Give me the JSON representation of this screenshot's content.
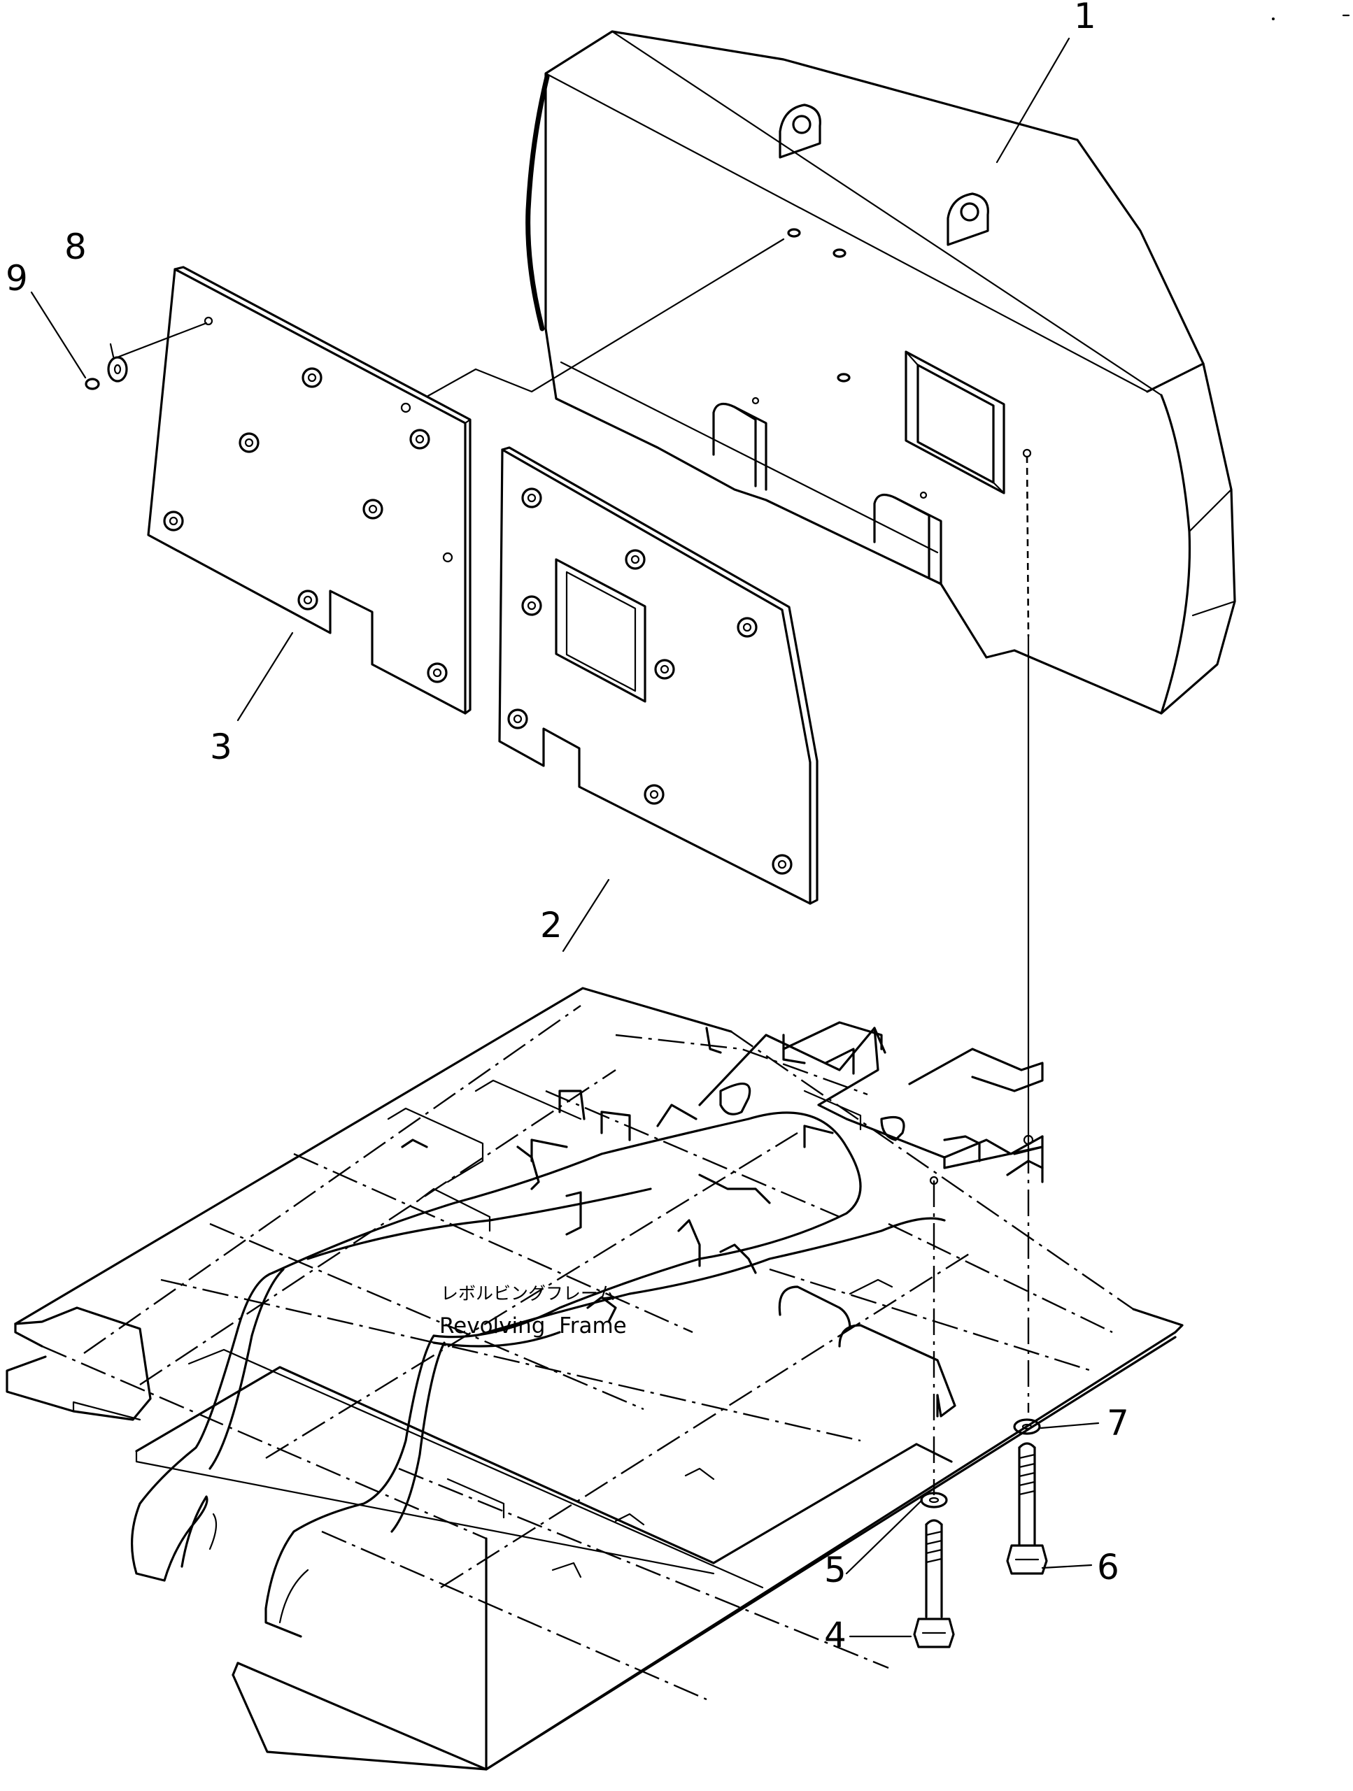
{
  "callouts": {
    "c1": "1",
    "c2": "2",
    "c3": "3",
    "c4": "4",
    "c5": "5",
    "c6": "6",
    "c7": "7",
    "c8": "8",
    "c9": "9"
  },
  "frame_label": {
    "japanese": "レボルビングフレーム",
    "english": "Revolving  Frame"
  }
}
